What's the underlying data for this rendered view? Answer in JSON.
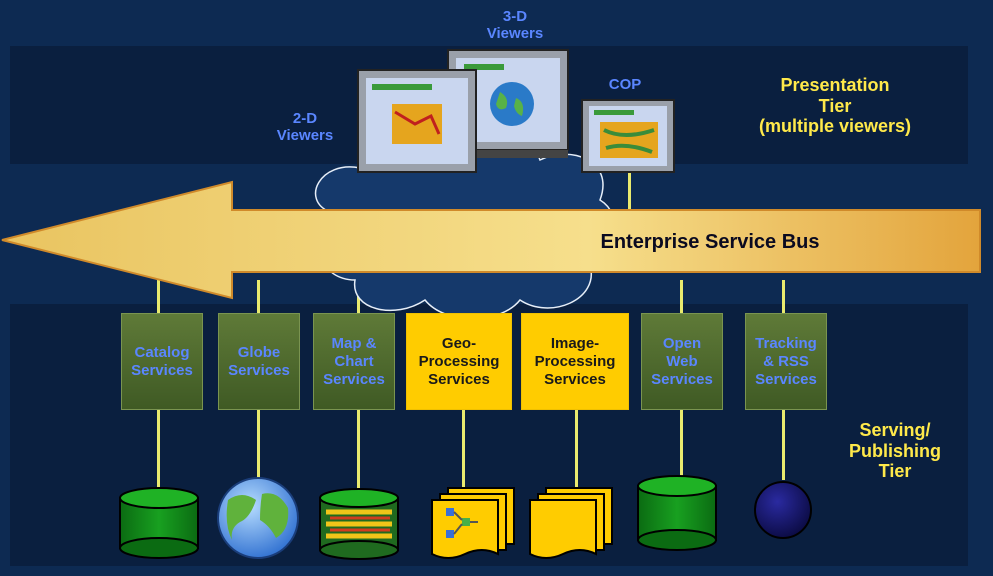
{
  "viewers": {
    "three_d": "3-D\nViewers",
    "two_d": "2-D\nViewers",
    "cop": "COP"
  },
  "tiers": {
    "presentation": "Presentation\nTier\n(multiple viewers)",
    "serving": "Serving/\nPublishing\nTier"
  },
  "bus": {
    "label": "Enterprise Service Bus"
  },
  "services": [
    {
      "label": "Catalog\nServices"
    },
    {
      "label": "Globe\nServices"
    },
    {
      "label": "Map &\nChart\nServices"
    },
    {
      "label": "Geo-\nProcessing\nServices"
    },
    {
      "label": "Image-\nProcessing\nServices"
    },
    {
      "label": "Open\nWeb\nServices"
    },
    {
      "label": "Tracking\n& RSS\nServices"
    }
  ]
}
